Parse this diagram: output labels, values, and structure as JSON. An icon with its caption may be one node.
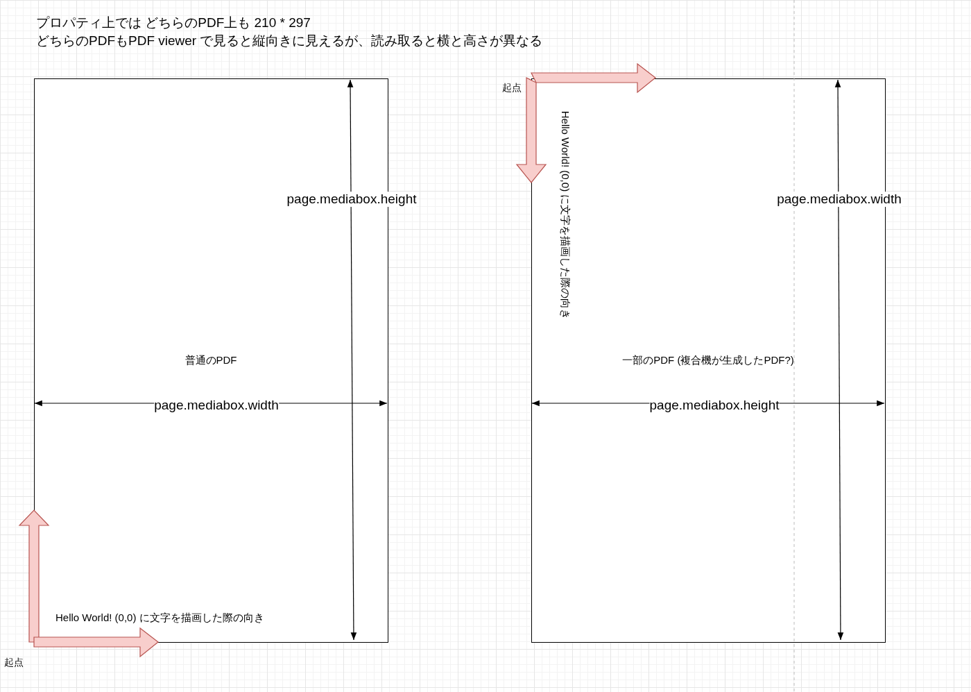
{
  "diagram": {
    "title": "プロパティ上では どちらのPDF上も 210 * 297",
    "nodes": [
      {
        "text": [
          "普通のPDF"
        ]
      },
      {
        "text": [
          "一部のPDF (複合機が生成したPDF?)"
        ]
      }
    ],
    "labels": [
      "どちらのPDFもPDF viewer で見ると縦向きに見えるが、読み取ると横と高さが異なる",
      "起点",
      "Hello World!  (0,0) に文字を描画した際の向き",
      "page.mediabox.height",
      "page.mediabox.width",
      "page.mediabox.width",
      "page.mediabox.height",
      "Hello World!  (0,0) に文字を描画した際の向き",
      "起点"
    ]
  }
}
